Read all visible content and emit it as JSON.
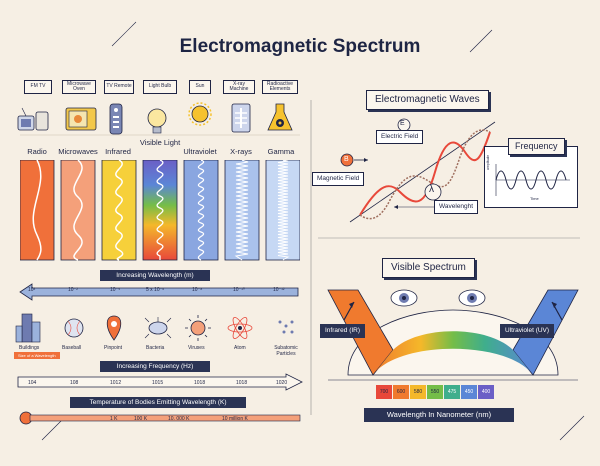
{
  "title": "Electromagnetic Spectrum",
  "sources": [
    "FM  TV",
    "Microwave Oven",
    "TV Remote",
    "Light Bulb",
    "Sun",
    "X-ray Machine",
    "Radioactive Elements"
  ],
  "bands": [
    "Radio",
    "Microwaves",
    "Infrared",
    "Visible Light",
    "Ultraviolet",
    "X-rays",
    "Gamma"
  ],
  "wavelength": {
    "label": "Increasing Wavelength (m)",
    "ticks": [
      "10³",
      "10⁻²",
      "10⁻⁵",
      "5 x 10⁻⁶",
      "10⁻⁸",
      "10⁻¹⁰",
      "10⁻¹²"
    ]
  },
  "objects": [
    "Buildings",
    "Baseball",
    "Pinpoint",
    "Bacteria",
    "Viruses",
    "Atom",
    "Subatomic Particles"
  ],
  "size_note": "Size of a Wavelength",
  "frequency": {
    "label": "Increasing Frequency (Hz)",
    "ticks": [
      "104",
      "108",
      "1012",
      "1015",
      "1018",
      "1018",
      "1020"
    ]
  },
  "temperature": {
    "label": "Temperature of Bodies Emitting Wavelength (K)",
    "ticks": [
      "1 K",
      "100 K",
      "10. 000 K",
      "10 million K"
    ]
  },
  "waves": {
    "title": "Electromagnetic Waves",
    "electric_symbol": "E",
    "electric_label": "Electric Field",
    "magnetic_symbol": "B",
    "magnetic_label": "Magnetic Field",
    "lambda": "λ",
    "wavelength_label": "Wavelenght",
    "frequency_title": "Frequency",
    "amplitude_axis": "amplitude",
    "time_axis": "Time"
  },
  "visible": {
    "title": "Visible Spectrum",
    "infrared": "Infrared (IR)",
    "ultraviolet": "Ultraviolet (UV)",
    "nm_values": [
      "700",
      "600",
      "580",
      "550",
      "475",
      "450",
      "400"
    ],
    "nm_colors": [
      "#e8483a",
      "#f07a2e",
      "#f4b82a",
      "#74bd48",
      "#3fae8c",
      "#5b86d6",
      "#6b5fc6"
    ],
    "nm_label": "Wavelength In Nanometer (nm)"
  },
  "colors": {
    "navy": "#2a3354",
    "radio": "#f0703a",
    "microwaves": "#f4a07a",
    "infrared": "#f6d03a",
    "ultraviolet": "#8aa6e0",
    "xrays": "#aac2ec",
    "gamma": "#c6d8f4"
  }
}
